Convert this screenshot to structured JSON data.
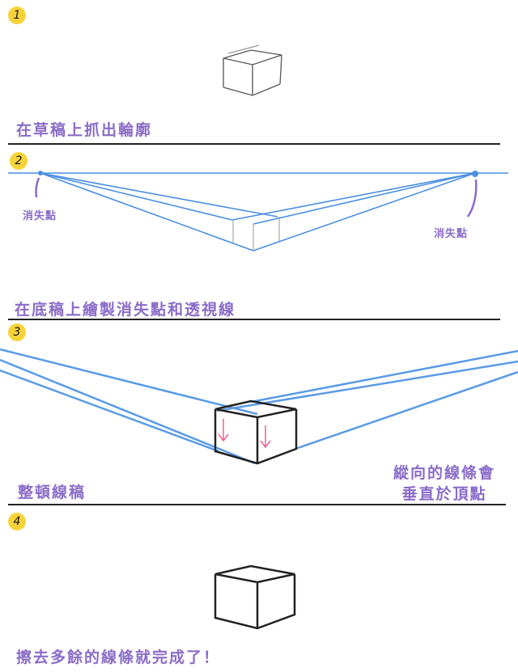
{
  "steps": [
    {
      "number": "1",
      "caption": "在草稿上抓出輪廓"
    },
    {
      "number": "2",
      "caption": "在底稿上繪製消失點和透視線",
      "vp_left_label": "消失點",
      "vp_right_label": "消失點"
    },
    {
      "number": "3",
      "caption": "整頓線稿",
      "note_line1": "縱向的線條會",
      "note_line2": "垂直於頂點"
    },
    {
      "number": "4",
      "caption": "擦去多餘的線條就完成了！"
    }
  ],
  "colors": {
    "accent_text": "#8a6cc8",
    "guide_line": "#4a8fe0",
    "badge": "#f7d33a",
    "arrow": "#f06090"
  }
}
